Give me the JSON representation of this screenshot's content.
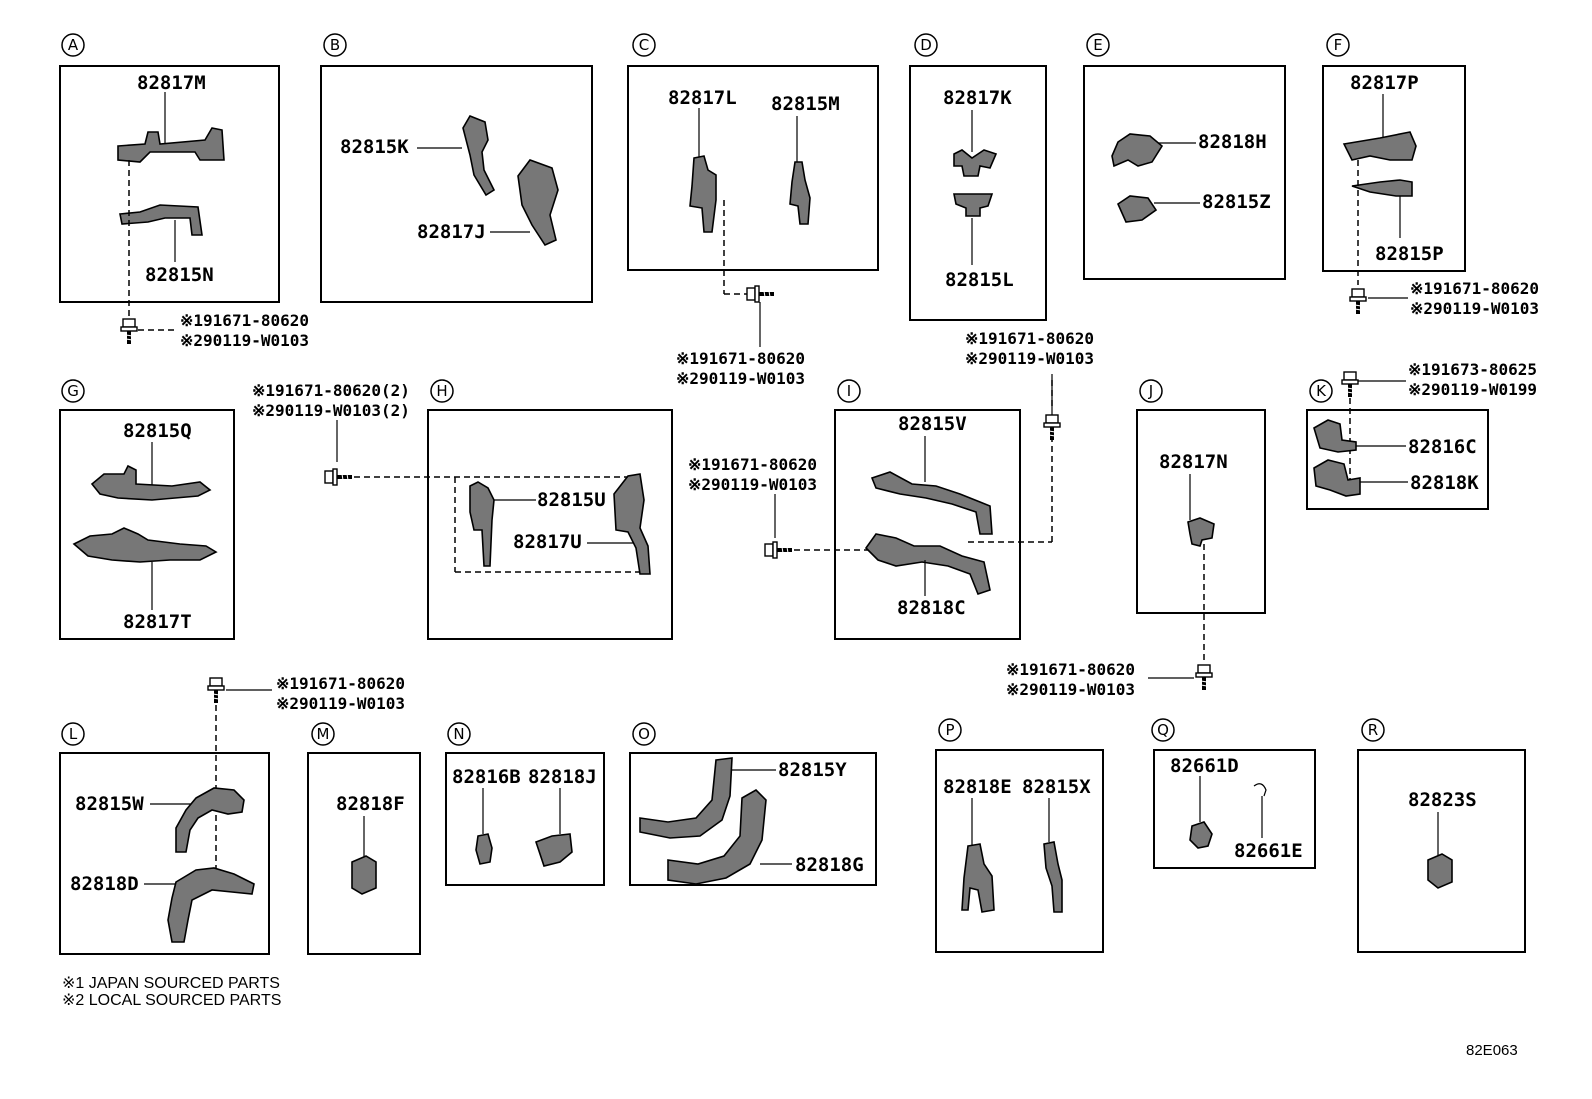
{
  "sections": [
    {
      "label": "A"
    },
    {
      "label": "B"
    },
    {
      "label": "C"
    },
    {
      "label": "D"
    },
    {
      "label": "E"
    },
    {
      "label": "F"
    },
    {
      "label": "G"
    },
    {
      "label": "H"
    },
    {
      "label": "I"
    },
    {
      "label": "J"
    },
    {
      "label": "K"
    },
    {
      "label": "L"
    },
    {
      "label": "M"
    },
    {
      "label": "N"
    },
    {
      "label": "O"
    },
    {
      "label": "P"
    },
    {
      "label": "Q"
    },
    {
      "label": "R"
    }
  ],
  "parts": {
    "p82817M": "82817M",
    "p82815N": "82815N",
    "p82815K": "82815K",
    "p82817J": "82817J",
    "p82817L": "82817L",
    "p82815M": "82815M",
    "p82817K": "82817K",
    "p82815L": "82815L",
    "p82818H": "82818H",
    "p82815Z": "82815Z",
    "p82817P": "82817P",
    "p82815P": "82815P",
    "p82815Q": "82815Q",
    "p82817T": "82817T",
    "p82815U": "82815U",
    "p82817U": "82817U",
    "p82815V": "82815V",
    "p82818C": "82818C",
    "p82817N": "82817N",
    "p82816C": "82816C",
    "p82818K": "82818K",
    "p82815W": "82815W",
    "p82818D": "82818D",
    "p82818F": "82818F",
    "p82816B": "82816B",
    "p82818J": "82818J",
    "p82815Y": "82815Y",
    "p82818G": "82818G",
    "p82818E": "82818E",
    "p82815X": "82815X",
    "p82661D": "82661D",
    "p82661E": "82661E",
    "p82823S": "82823S"
  },
  "fasteners": {
    "fa1": "※191671-80620",
    "fa2": "※290119-W0103",
    "fc1": "※191671-80620",
    "fc2": "※290119-W0103",
    "fd1": "※191671-80620",
    "fd2": "※290119-W0103",
    "ff1": "※191671-80620",
    "ff2": "※290119-W0103",
    "fh1": "※191671-80620(2)",
    "fh2": "※290119-W0103(2)",
    "fi1": "※191671-80620",
    "fi2": "※290119-W0103",
    "fk1": "※191673-80625",
    "fk2": "※290119-W0199",
    "fj1": "※191671-80620",
    "fj2": "※290119-W0103",
    "fl1": "※191671-80620",
    "fl2": "※290119-W0103"
  },
  "footnotes": [
    "※1 JAPAN SOURCED PARTS",
    "※2 LOCAL SOURCED PARTS"
  ],
  "diagram_ref": "82E063"
}
